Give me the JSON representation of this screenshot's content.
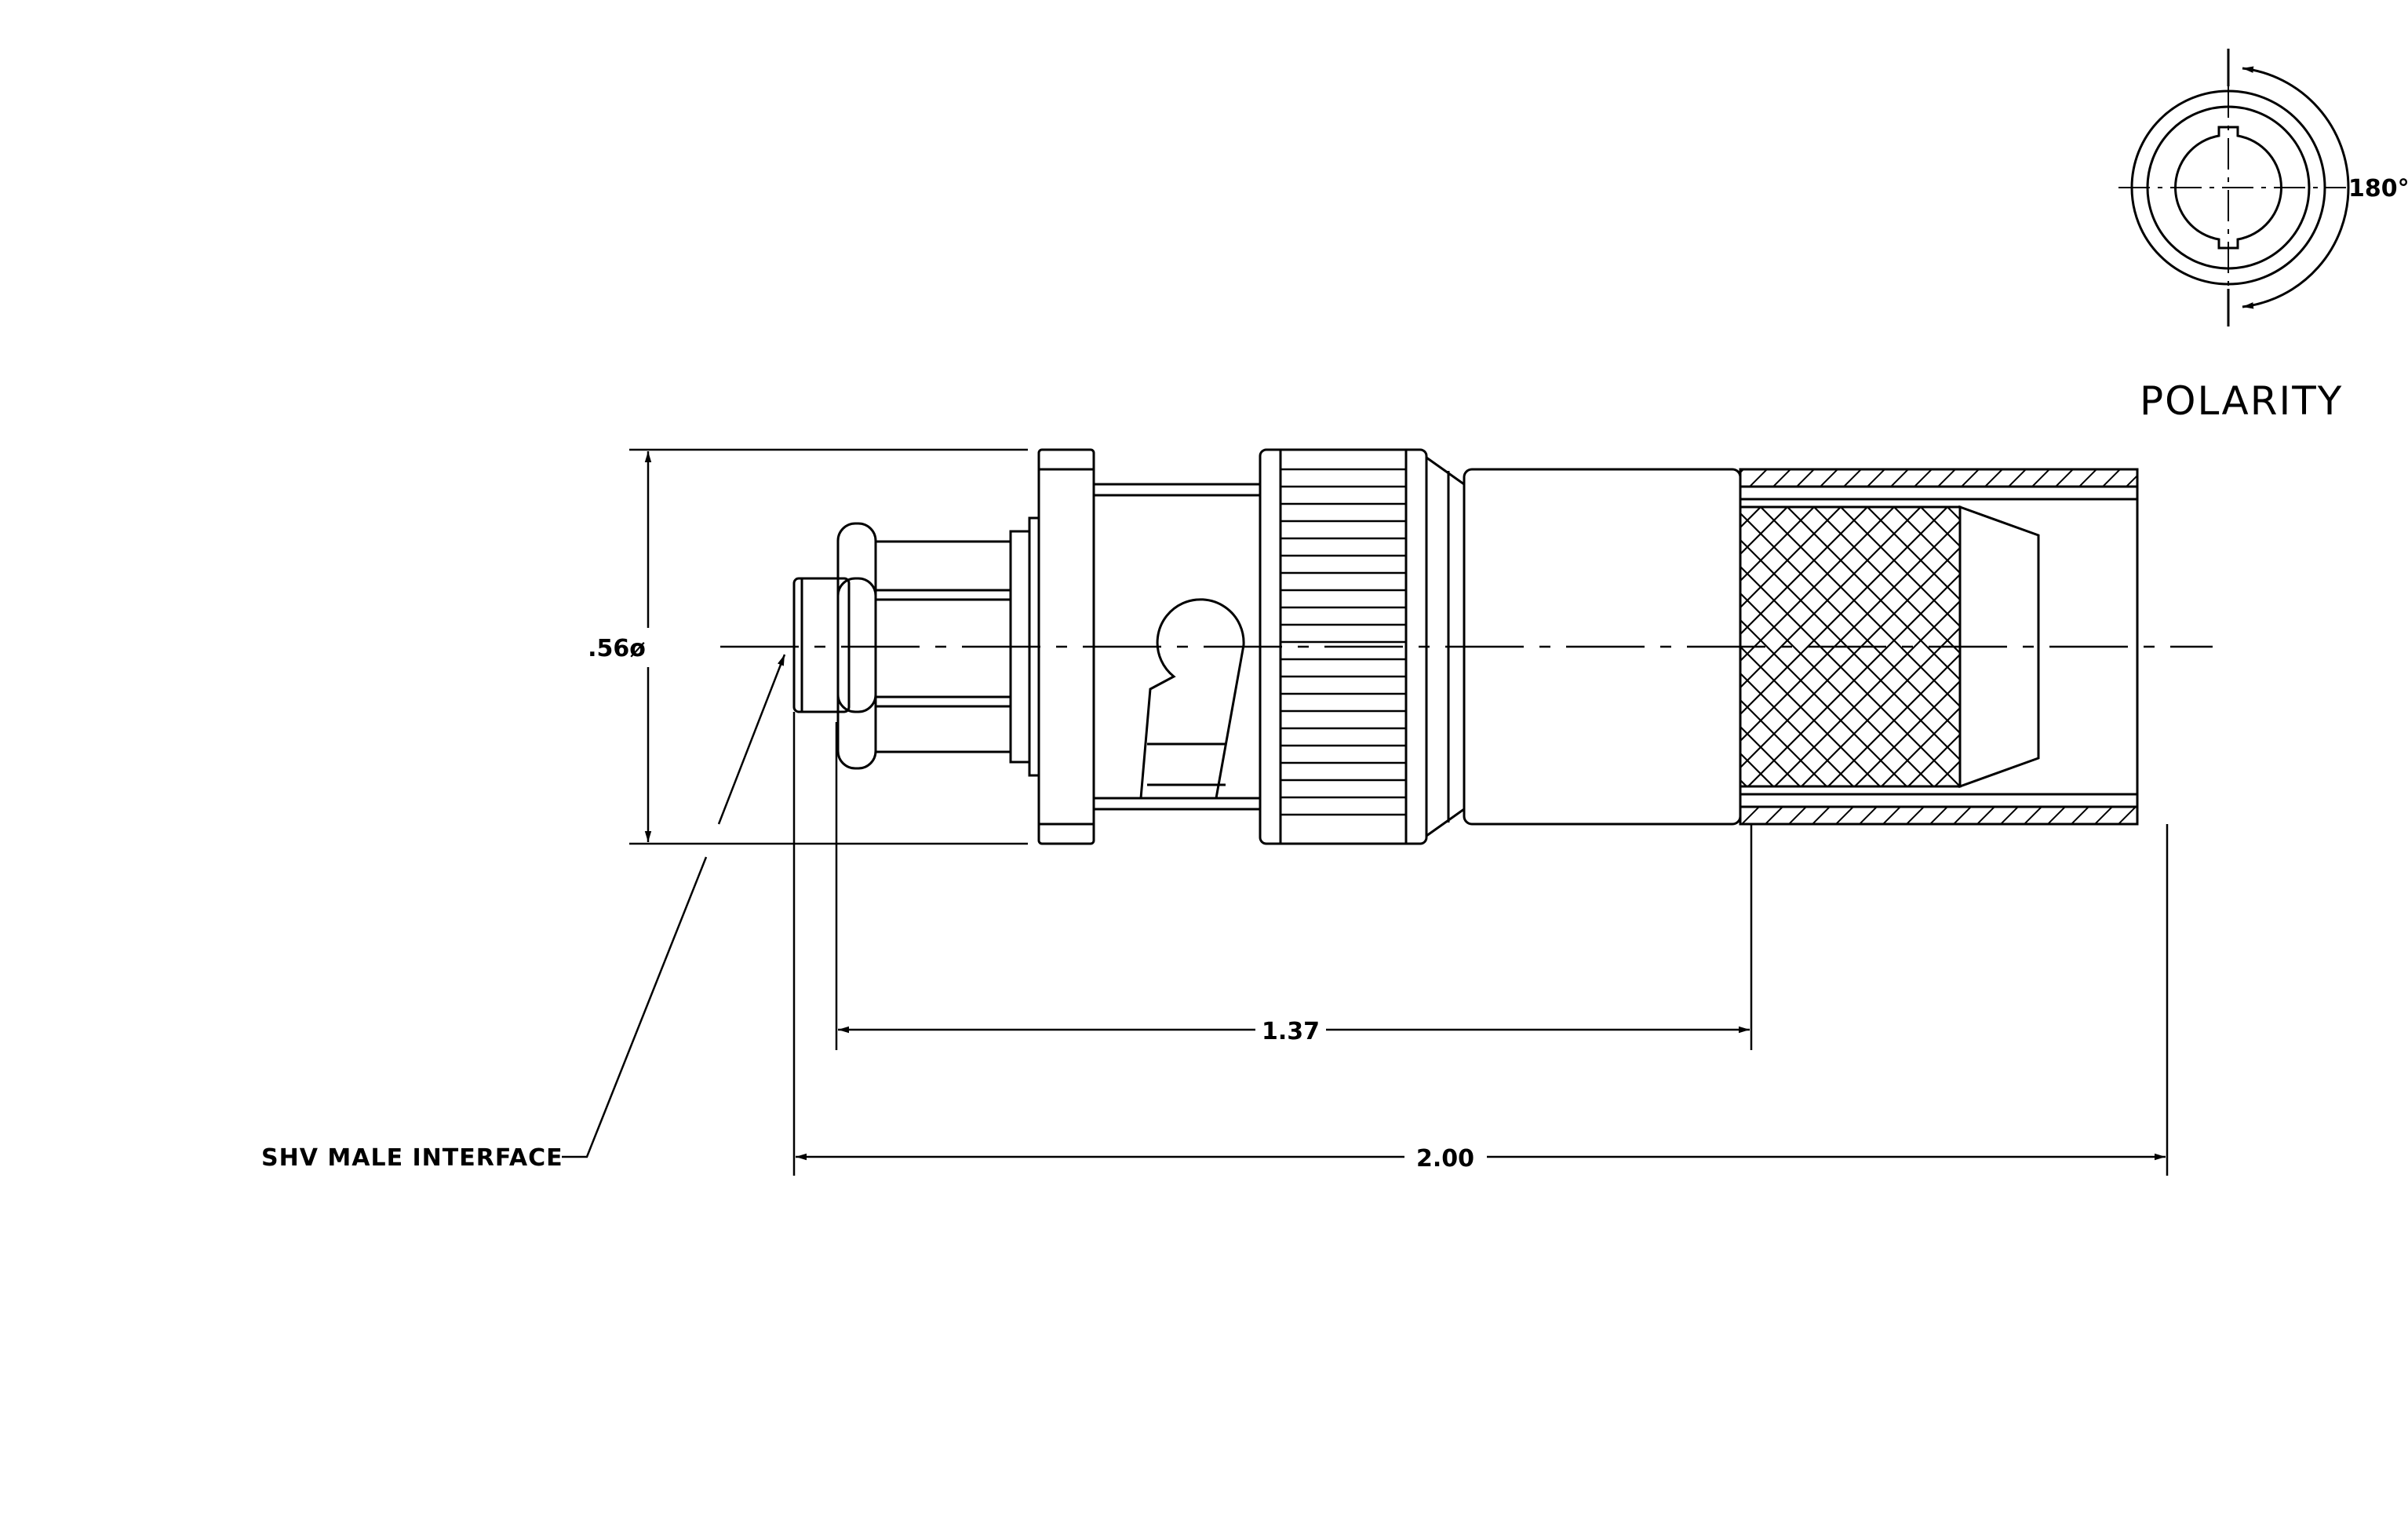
{
  "polarity": {
    "title": "POLARITY",
    "angle": "180°"
  },
  "dimensions": {
    "diameter": ".56ø",
    "partial_length": "1.37",
    "overall_length": "2.00"
  },
  "callouts": {
    "interface": "SHV MALE INTERFACE"
  },
  "colors": {
    "line": "#000000",
    "background": "#ffffff"
  }
}
